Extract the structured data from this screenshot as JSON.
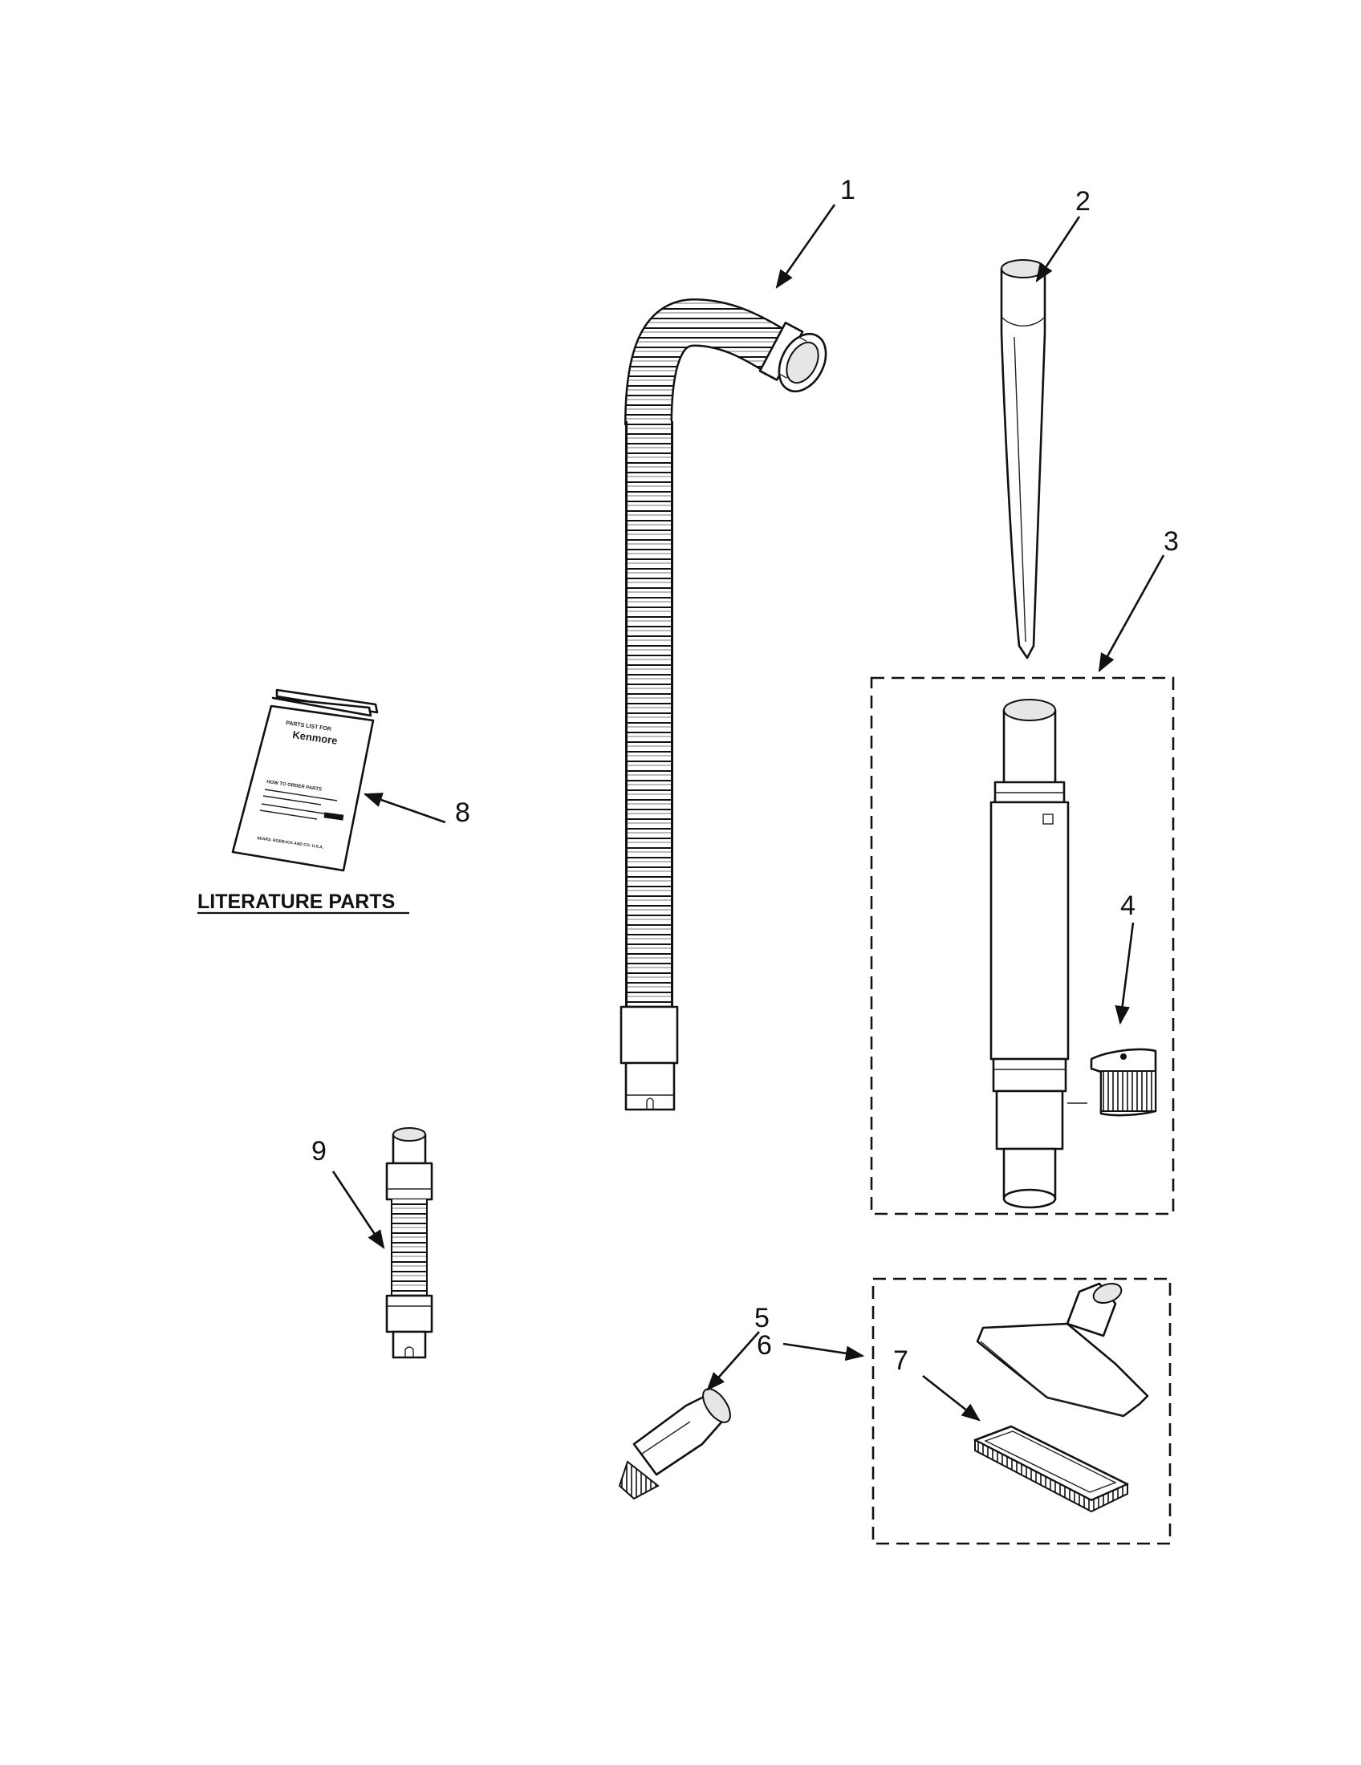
{
  "section_label": "LITERATURE PARTS",
  "manual": {
    "header": "PARTS LIST FOR",
    "brand": "Kenmore",
    "subheader": "HOW TO ORDER PARTS",
    "footer": "SEARS, ROEBUCK AND CO. U.S.A."
  },
  "callouts": [
    {
      "id": "1",
      "label": "1"
    },
    {
      "id": "2",
      "label": "2"
    },
    {
      "id": "3",
      "label": "3"
    },
    {
      "id": "4",
      "label": "4"
    },
    {
      "id": "5",
      "label": "5"
    },
    {
      "id": "6",
      "label": "6"
    },
    {
      "id": "7",
      "label": "7"
    },
    {
      "id": "8",
      "label": "8"
    },
    {
      "id": "9",
      "label": "9"
    }
  ]
}
